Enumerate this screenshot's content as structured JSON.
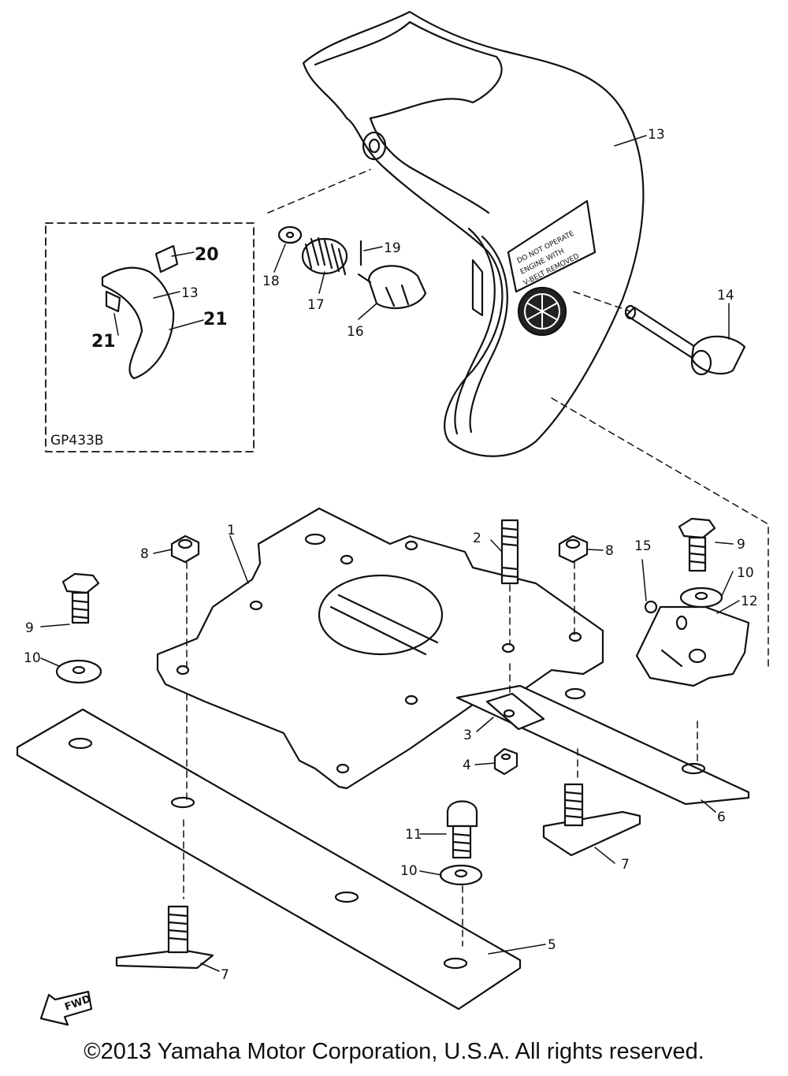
{
  "diagram": {
    "labels": {
      "l1": "1",
      "l2": "2",
      "l3": "3",
      "l4": "4",
      "l5": "5",
      "l6": "6",
      "l7a": "7",
      "l7b": "7",
      "l8a": "8",
      "l8b": "8",
      "l9a": "9",
      "l9b": "9",
      "l10a": "10",
      "l10b": "10",
      "l10c": "10",
      "l11": "11",
      "l12": "12",
      "l13": "13",
      "l13b": "13",
      "l14": "14",
      "l15": "15",
      "l16": "16",
      "l17": "17",
      "l18": "18",
      "l19": "19",
      "l20": "20",
      "l21a": "21",
      "l21b": "21"
    },
    "inset_code": "GP433B",
    "decal_lines": [
      "DO NOT OPERATE",
      "ENGINE WITH",
      "V-BELT REMOVED"
    ],
    "fwd_label": "FWD"
  },
  "footer": {
    "copyright": "©2013 Yamaha Motor Corporation, U.S.A. All rights reserved."
  }
}
